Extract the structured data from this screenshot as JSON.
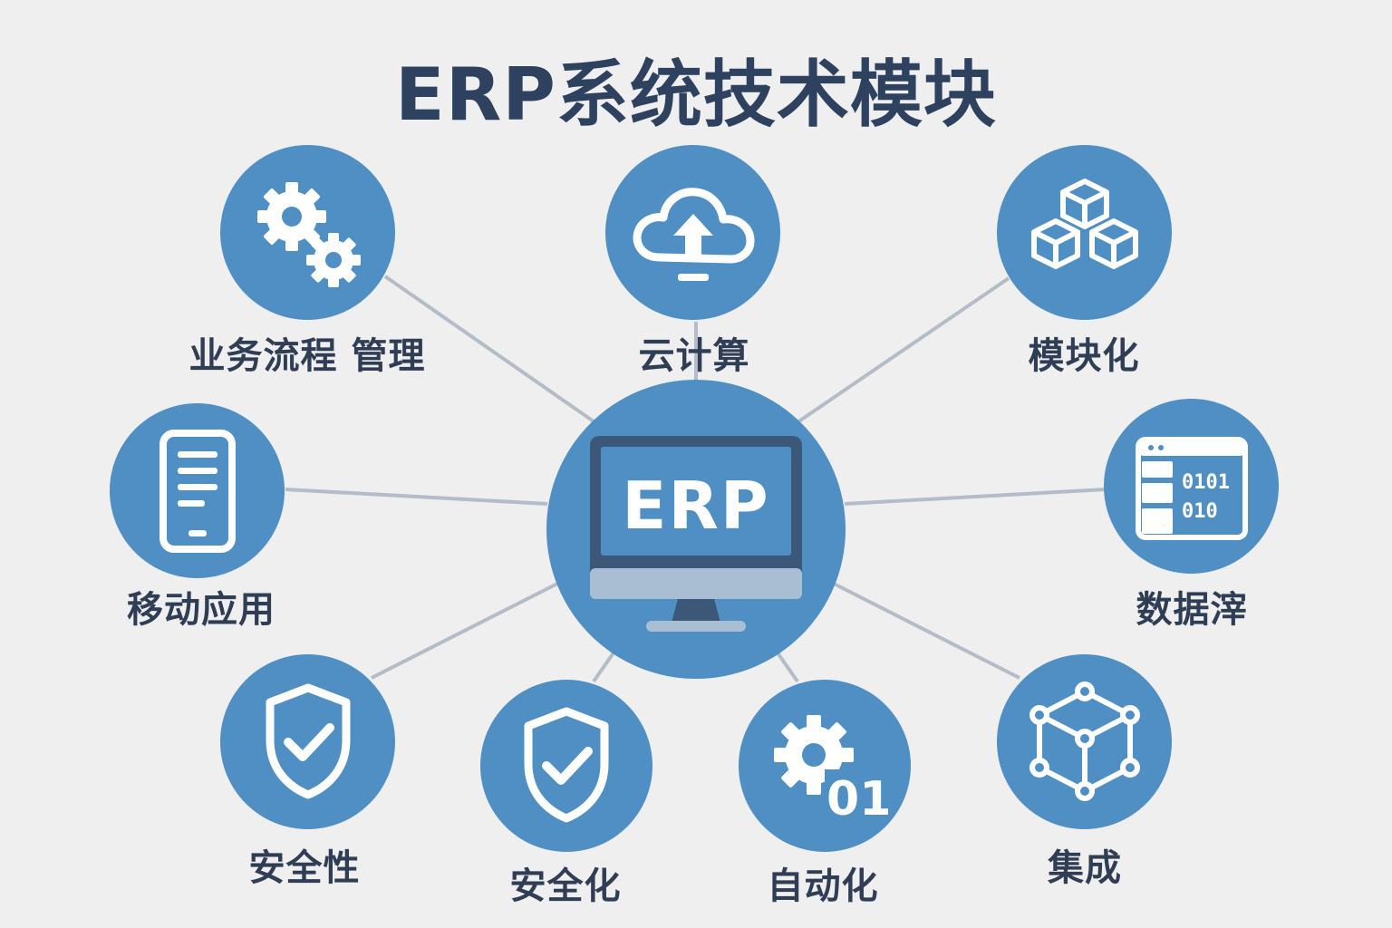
{
  "title": "ERP系统技术模块",
  "center": {
    "label": "ERP",
    "icon": "monitor-icon"
  },
  "modules": [
    {
      "key": "business-process",
      "label": "业务流程 管理",
      "icon": "gears-icon"
    },
    {
      "key": "cloud",
      "label": "云计算",
      "icon": "cloud-upload-icon"
    },
    {
      "key": "modular",
      "label": "模块化",
      "icon": "cubes-icon"
    },
    {
      "key": "mobile",
      "label": "移动应用",
      "icon": "mobile-phone-icon"
    },
    {
      "key": "data",
      "label": "数据滓",
      "icon": "data-window-icon"
    },
    {
      "key": "security",
      "label": "安全性",
      "icon": "shield-check-icon"
    },
    {
      "key": "securing",
      "label": "安全化",
      "icon": "shield-check-icon"
    },
    {
      "key": "automation",
      "label": "自动化",
      "icon": "gear-binary-icon"
    },
    {
      "key": "integration",
      "label": "集成",
      "icon": "network-cube-icon"
    }
  ],
  "data_icon_text": {
    "line1": "0101",
    "line2": "010"
  },
  "automation_icon_text": "01",
  "colors": {
    "background": "#efefef",
    "node": "#4f8fc4",
    "title": "#2e4260",
    "label": "#2f3e55",
    "connector": "#b3bcc7",
    "monitor_frame": "#3c5878"
  }
}
